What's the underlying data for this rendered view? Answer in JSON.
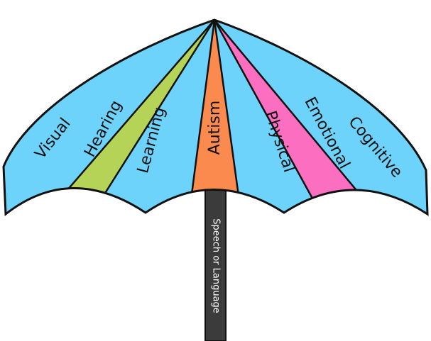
{
  "segments": [
    {
      "label": "Visual",
      "color": "#6dd3fb"
    },
    {
      "label": "Hearing",
      "color": "#b5d356"
    },
    {
      "label": "Learning",
      "color": "#6dd3fb"
    },
    {
      "label": "Autism",
      "color": "#fb8a4e"
    },
    {
      "label": "Physical",
      "color": "#6dd3fb"
    },
    {
      "label": "Emotional",
      "color": "#fc6ec0"
    },
    {
      "label": "Cognitive",
      "color": "#6dd3fb"
    }
  ],
  "handle": {
    "label": "Speech or Language",
    "color": "#3b3b3b"
  }
}
